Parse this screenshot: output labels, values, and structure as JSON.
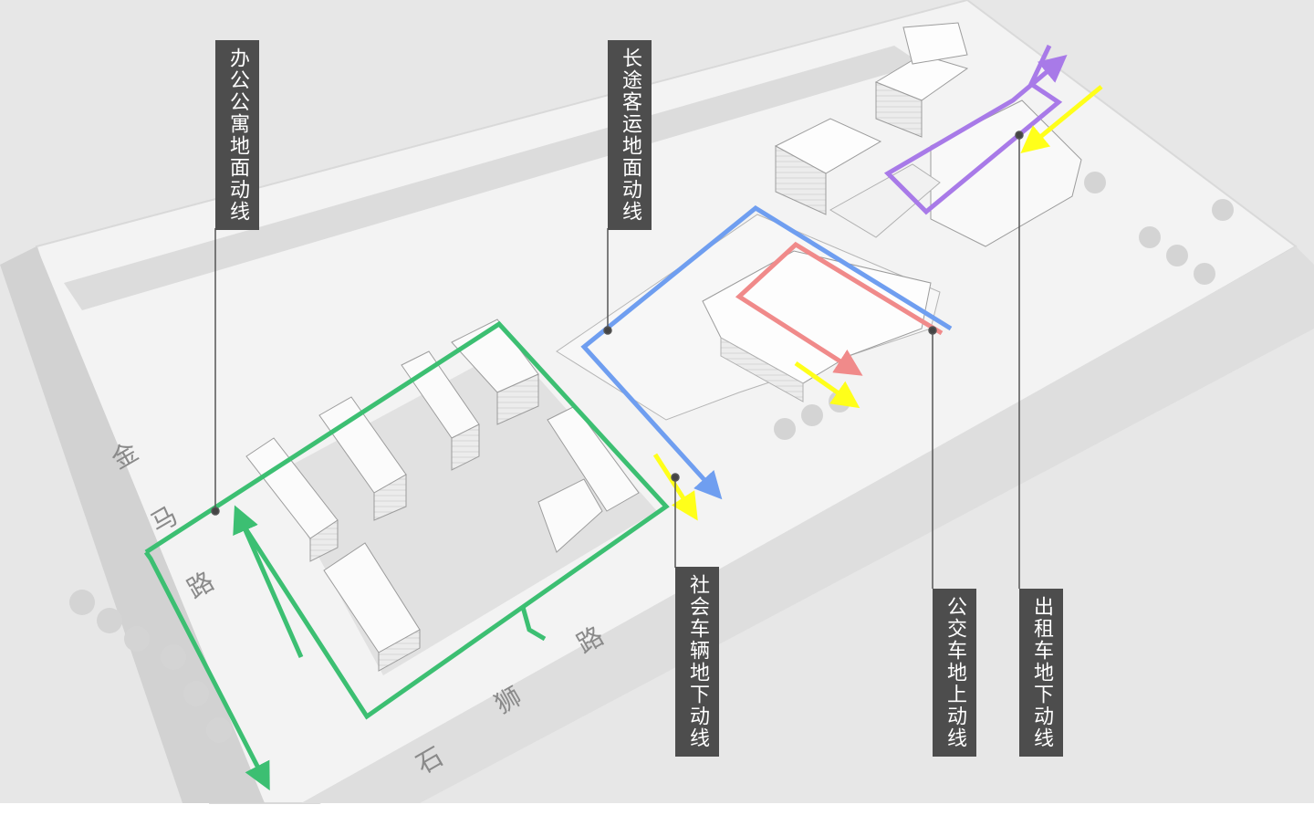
{
  "labels": {
    "office_apartment": "办公公寓地面动线",
    "coach_ground": "长途客运地面动线",
    "social_vehicle_underground": "社会车辆地下动线",
    "bus_above_ground": "公交车地上动线",
    "taxi_underground": "出租车地下动线"
  },
  "roads": {
    "jinma_1": "金",
    "jinma_2": "马",
    "jinma_3": "路",
    "shishi_1": "石",
    "shishi_2": "狮",
    "shishi_3": "路"
  },
  "colors": {
    "green": "#3cbf72",
    "blue": "#6f9ef0",
    "pink": "#f08a8a",
    "purple": "#a87ae8",
    "yellow": "#ffff1a",
    "label_bg": "#4d4d4d"
  }
}
